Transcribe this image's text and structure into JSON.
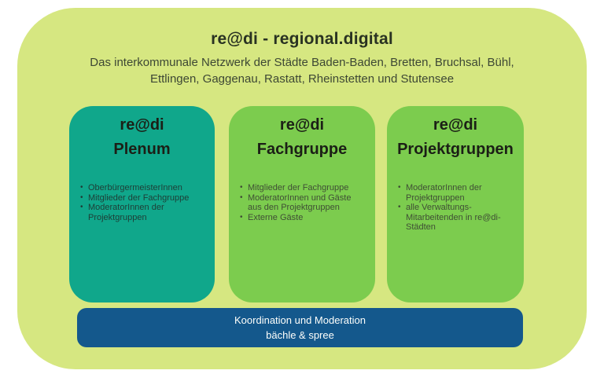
{
  "colors": {
    "panel_green": "#d6e781",
    "card_teal": "#10a78b",
    "card_green": "#7ccc4e",
    "footer_blue": "#14588c",
    "header_text": "#293222",
    "footer_text": "#fdfefb"
  },
  "header": {
    "title": "re@di - regional.digital",
    "subtitle_line1": "Das interkommunale Netzwerk der Städte Baden-Baden, Bretten, Bruchsal, Bühl,",
    "subtitle_line2": "Ettlingen, Gaggenau, Rastatt, Rheinstetten und Stutensee"
  },
  "cards": [
    {
      "title_line1": "re@di",
      "title_line2": "Plenum",
      "bullets": [
        "OberbürgermeisterInnen",
        "Mitglieder der Fachgruppe",
        "ModeratorInnen der Projektgruppen"
      ]
    },
    {
      "title_line1": "re@di",
      "title_line2": "Fachgruppe",
      "bullets": [
        "Mitglieder der Fachgruppe",
        "ModeratorInnen und Gäste aus den Projektgruppen",
        "Externe Gäste"
      ]
    },
    {
      "title_line1": "re@di",
      "title_line2": "Projektgruppen",
      "bullets": [
        "ModeratorInnen der Projektgruppen",
        "alle Verwaltungs-Mitarbeitenden in re@di-Städten"
      ]
    }
  ],
  "footer": {
    "line1": "Koordination und Moderation",
    "line2": "bächle & spree"
  }
}
